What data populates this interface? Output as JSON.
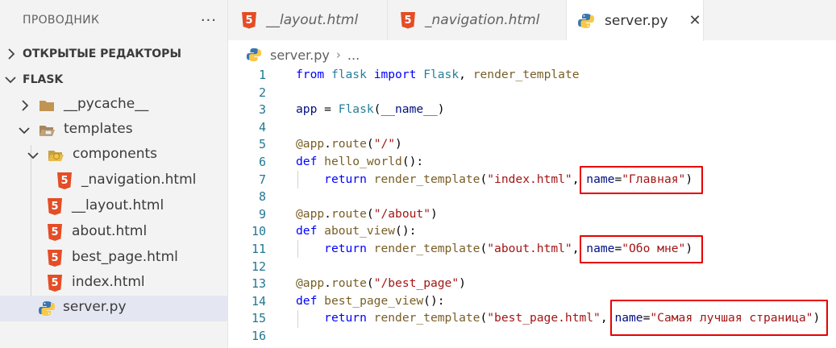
{
  "sidebar": {
    "title": "ПРОВОДНИК",
    "more": "···",
    "open_editors": "ОТКРЫТЫЕ РЕДАКТОРЫ",
    "project": "FLASK",
    "tree": [
      {
        "label": "__pycache__",
        "icon": "folder-icon"
      },
      {
        "label": "templates",
        "icon": "folder-open-icon"
      },
      {
        "label": "components",
        "icon": "folder-open-icon"
      },
      {
        "label": "_navigation.html",
        "icon": "html5-icon"
      },
      {
        "label": "__layout.html",
        "icon": "html5-icon"
      },
      {
        "label": "about.html",
        "icon": "html5-icon"
      },
      {
        "label": "best_page.html",
        "icon": "html5-icon"
      },
      {
        "label": "index.html",
        "icon": "html5-icon"
      },
      {
        "label": "server.py",
        "icon": "python-icon"
      }
    ]
  },
  "tabs": [
    {
      "label": "__layout.html",
      "icon_text": "5"
    },
    {
      "label": "_navigation.html",
      "icon_text": "5"
    },
    {
      "label": "server.py",
      "close": "✕"
    }
  ],
  "breadcrumb": {
    "file": "server.py",
    "sep": "›",
    "more": "..."
  },
  "editor": {
    "line_numbers": [
      "1",
      "2",
      "3",
      "4",
      "5",
      "6",
      "7",
      "8",
      "9",
      "10",
      "11",
      "12",
      "13",
      "14",
      "15",
      "16"
    ],
    "code": {
      "l1": {
        "kw1": "from",
        "mod": "flask",
        "kw2": "import",
        "cls": "Flask",
        "rest": ", ",
        "fn": "render_template"
      },
      "l3": {
        "var": "app",
        "eq": " = ",
        "cls": "Flask",
        "p1": "(",
        "name": "__name__",
        "p2": ")"
      },
      "l5": {
        "dec": "@app",
        "dot": ".",
        "fn": "route",
        "p1": "(",
        "str": "\"/\"",
        "p2": ")"
      },
      "l6": {
        "kw": "def",
        "fn": "hello_world",
        "p": "():"
      },
      "l7": {
        "kw": "return",
        "fn": "render_template",
        "p1": "(",
        "str": "\"index.html\"",
        "comma": ", ",
        "arg": "name",
        "eq": "=",
        "val": "\"Главная\"",
        "p2": ")"
      },
      "l9": {
        "dec": "@app",
        "dot": ".",
        "fn": "route",
        "p1": "(",
        "str": "\"/about\"",
        "p2": ")"
      },
      "l10": {
        "kw": "def",
        "fn": "about_view",
        "p": "():"
      },
      "l11": {
        "kw": "return",
        "fn": "render_template",
        "p1": "(",
        "str": "\"about.html\"",
        "comma": ", ",
        "arg": "name",
        "eq": "=",
        "val": "\"Обо мне\"",
        "p2": ")"
      },
      "l13": {
        "dec": "@app",
        "dot": ".",
        "fn": "route",
        "p1": "(",
        "str": "\"/best_page\"",
        "p2": ")"
      },
      "l14": {
        "kw": "def",
        "fn": "best_page_view",
        "p": "():"
      },
      "l15": {
        "kw": "return",
        "fn": "render_template",
        "p1": "(",
        "str": "\"best_page.html\"",
        "comma": ", ",
        "arg": "name",
        "eq": "=",
        "val": "\"Самая лучшая страница\"",
        "p2": ")"
      }
    }
  },
  "colors": {
    "keyword": "#0000ff",
    "function": "#795e26",
    "class": "#267f99",
    "string": "#a31515",
    "variable": "#001080",
    "line_number": "#237893",
    "highlight_box": "#e80000",
    "selected_row": "#e4e6f1"
  }
}
